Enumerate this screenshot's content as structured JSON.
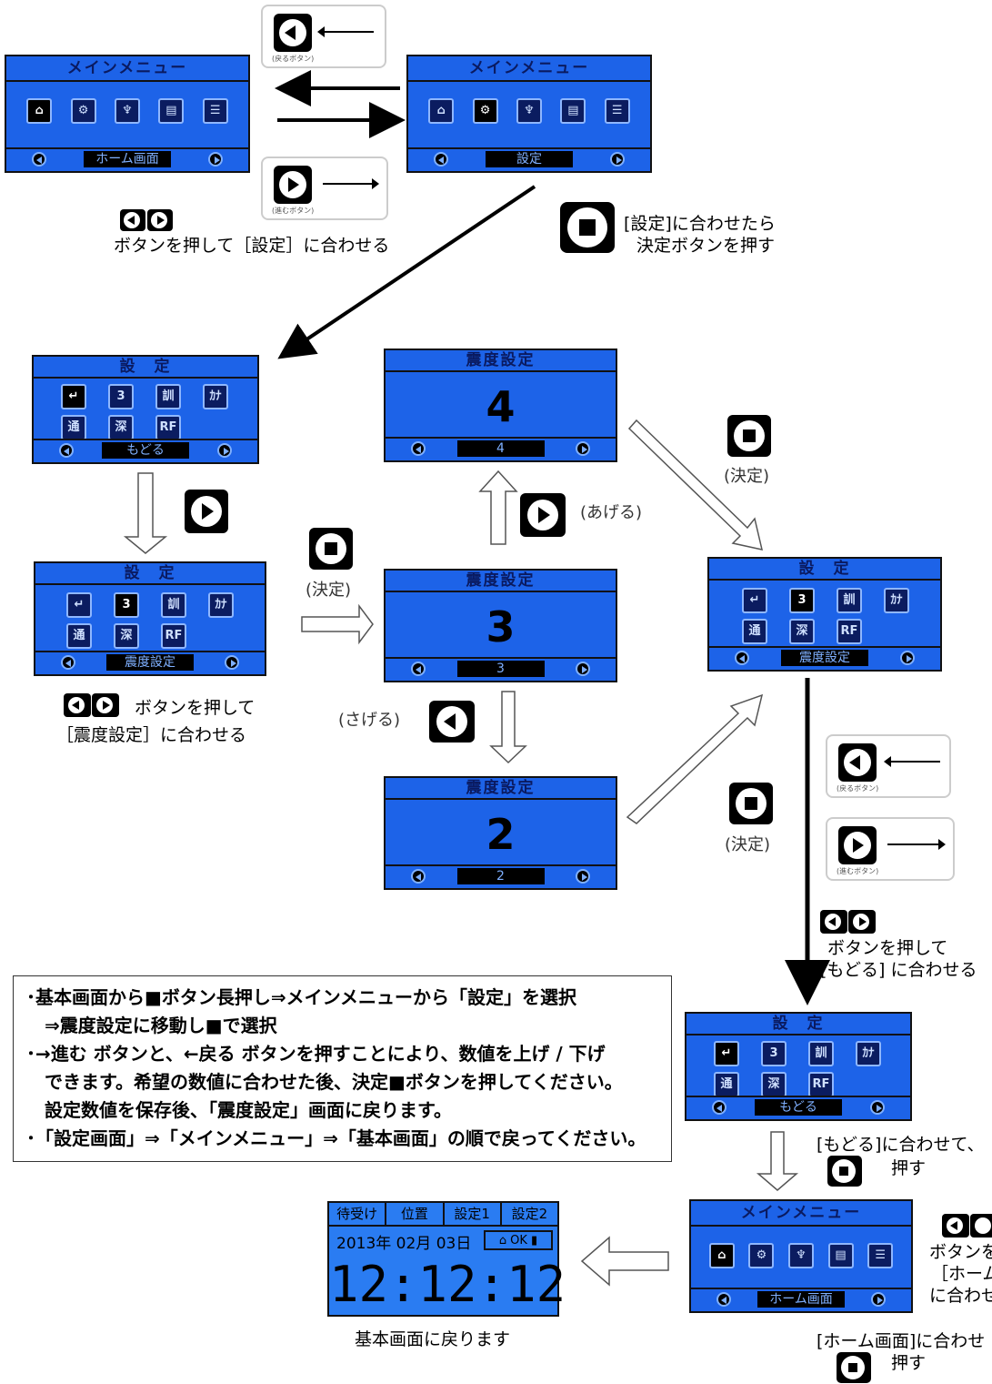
{
  "screens": {
    "main_menu_title": "メインメニュー",
    "settings_title": "設　定",
    "shindo_title": "震度設定",
    "home_label": "ホーム画面",
    "settings_label": "設定",
    "back_label": "もどる",
    "shindo_label": "震度設定",
    "main_icons": [
      "home-icon",
      "gear-icon",
      "antenna-icon",
      "device-icon",
      "list-icon"
    ],
    "setting_icons": [
      "↵",
      "3",
      "訓",
      "ｶﾅ",
      "通",
      "深",
      "RF"
    ],
    "value_4": "4",
    "value_3": "3",
    "value_2": "2"
  },
  "callouts": {
    "back_button": "(戻るボタン)",
    "forward_button": "(進むボタン)"
  },
  "labels": {
    "press_to_settings": "ボタンを押して［設定］に合わせる",
    "settings_decide_1": "[設定]に合わせたら",
    "settings_decide_2": "決定ボタンを押す",
    "decide": "(決定)",
    "raise": "(あげる)",
    "lower": "(さげる)",
    "press_shindo_1": "ボタンを押して",
    "press_shindo_2": "［震度設定］に合わせる",
    "press_back_1": "ボタンを押して",
    "press_back_2": "[もどる] に合わせる",
    "back_then_press_1": "[もどる]に合わせて、",
    "back_then_press_2": "押す",
    "home_align_1": "ボタンを",
    "home_align_2": "［ホーム画",
    "home_align_3": "に合わせ",
    "home_press_1": "[ホーム画面]に合わせ",
    "home_press_2": "押す",
    "return_home": "基本画面に戻ります"
  },
  "note_lines": [
    "･基本画面から■ボタン長押し⇒メインメニューから「設定」を選択",
    "　⇒震度設定に移動し■で選択",
    "･→進む ボタンと、←戻る ボタンを押すことにより、数値を上げ / 下げ",
    "　できます。希望の数値に合わせた後、決定■ボタンを押してください。",
    "　設定数値を保存後、「震度設定」画面に戻ります。",
    "･「設定画面」⇒「メインメニュー」⇒「基本画面」の順で戻ってください。"
  ],
  "home_screen": {
    "tabs": [
      "待受け",
      "位置",
      "設定1",
      "設定2"
    ],
    "date": "2013年 02月 03日",
    "status": "OK",
    "time": "12:12:12"
  }
}
